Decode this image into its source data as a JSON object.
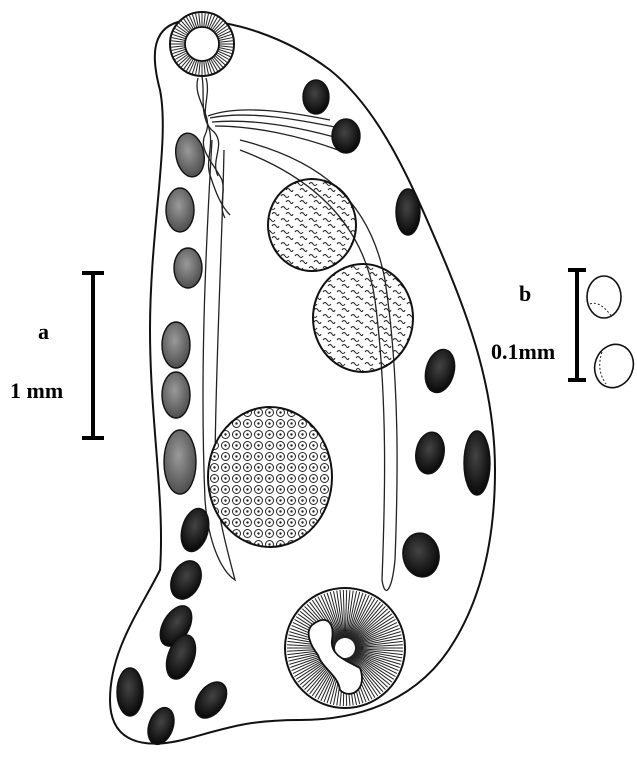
{
  "figure": {
    "panel_a": {
      "label": "a",
      "scale_text": "1 mm"
    },
    "panel_b": {
      "label": "b",
      "scale_text": "0.1mm"
    }
  }
}
